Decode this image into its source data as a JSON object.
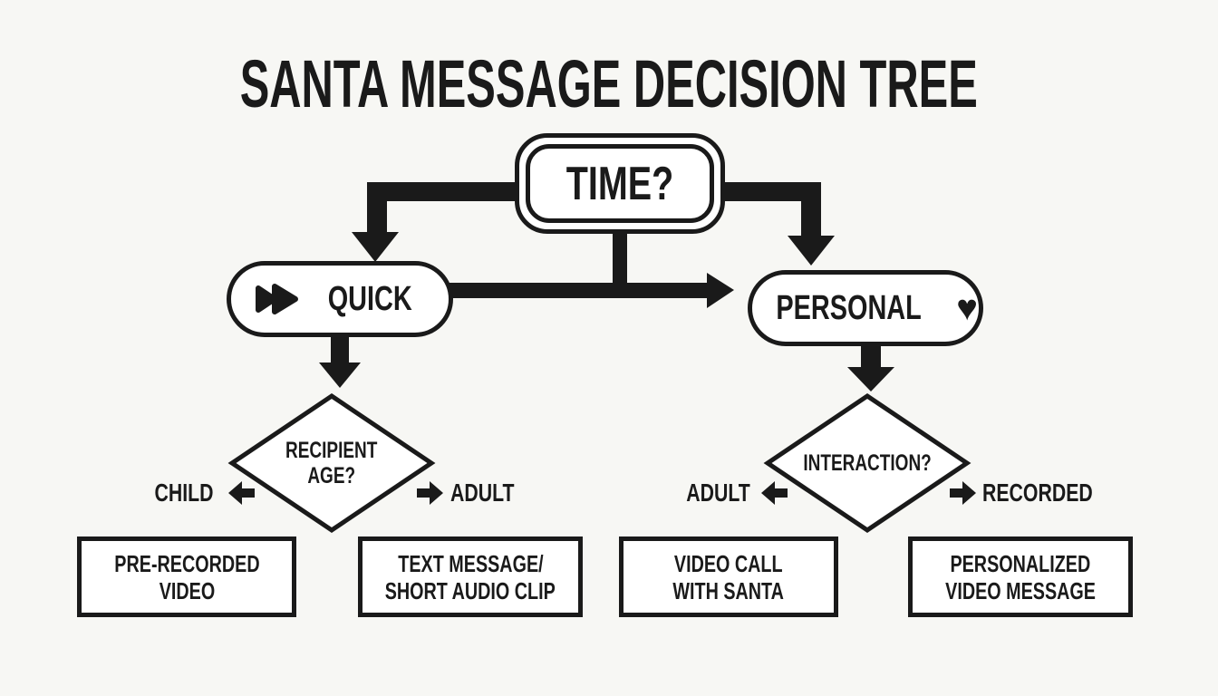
{
  "title": "SANTA MESSAGE DECISION TREE",
  "colors": {
    "ink": "#1a1a1a",
    "background": "#f7f7f4",
    "node_fill": "#ffffff"
  },
  "nodes": {
    "time": {
      "label": "TIME?"
    },
    "quick": {
      "label": "QUICK",
      "icon": "fast-forward-icon"
    },
    "personal": {
      "label": "PERSONAL",
      "icon": "heart-icon",
      "icon_glyph": "♥"
    },
    "recipient_age": {
      "line1": "RECIPIENT",
      "line2": "AGE?"
    },
    "interaction": {
      "label": "INTERACTION?"
    }
  },
  "branch_labels": {
    "recipient_age_left": "CHILD",
    "recipient_age_right": "ADULT",
    "interaction_left": "ADULT",
    "interaction_right": "RECORDED"
  },
  "outcomes": [
    {
      "line1": "PRE-RECORDED",
      "line2": "VIDEO"
    },
    {
      "line1": "TEXT MESSAGE/",
      "line2": "SHORT AUDIO CLIP"
    },
    {
      "line1": "VIDEO CALL",
      "line2": "WITH SANTA"
    },
    {
      "line1": "PERSONALIZED",
      "line2": "VIDEO MESSAGE"
    }
  ]
}
